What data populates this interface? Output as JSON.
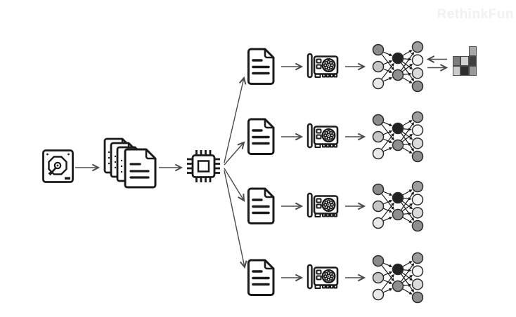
{
  "watermark": {
    "text": "RethinkFun",
    "color": "#f1f1f1"
  },
  "icons": {
    "source": "hard-drive-icon",
    "dataset": "document-stack-icon",
    "processor": "cpu-icon",
    "data_shard": "document-icon",
    "accelerator": "gpu-icon",
    "model": "neural-network-icon",
    "weights": "weight-grid-icon"
  },
  "pipeline": {
    "stages": [
      "hard-drive",
      "document-stack",
      "cpu"
    ],
    "branch_count": 4,
    "branches": [
      {
        "sequence": [
          "document",
          "gpu",
          "neural-network"
        ],
        "has_weight_grid": true
      },
      {
        "sequence": [
          "document",
          "gpu",
          "neural-network"
        ],
        "has_weight_grid": false
      },
      {
        "sequence": [
          "document",
          "gpu",
          "neural-network"
        ],
        "has_weight_grid": false
      },
      {
        "sequence": [
          "document",
          "gpu",
          "neural-network"
        ],
        "has_weight_grid": false
      }
    ]
  },
  "neural_network": {
    "layers": [
      3,
      2,
      4
    ],
    "node_colors": {
      "input": [
        "#8c8c8c",
        "#c6c6c6",
        "#e9e9e9"
      ],
      "hidden": [
        "#222222",
        "#8f8f8f"
      ],
      "output": [
        "#9e9e9e",
        "#f5f5f5",
        "#dcdcdc",
        "#8f8f8f"
      ]
    },
    "node_stroke": "#2b2b2b",
    "edge_color": "#1a1a1a"
  },
  "weight_grid": {
    "rows": 3,
    "cols": 3,
    "border_color": "#4a4a4a",
    "cells": [
      {
        "row": 0,
        "col": 2,
        "fill": "#a9a9a9"
      },
      {
        "row": 1,
        "col": 0,
        "fill": "#7d7d7d"
      },
      {
        "row": 1,
        "col": 1,
        "fill": "#d2d2d2"
      },
      {
        "row": 1,
        "col": 2,
        "fill": "#3f3f3f"
      },
      {
        "row": 2,
        "col": 0,
        "fill": "#cccccc"
      },
      {
        "row": 2,
        "col": 1,
        "fill": "#2e2e2e"
      },
      {
        "row": 2,
        "col": 2,
        "fill": "#999999"
      }
    ]
  },
  "style": {
    "arrow_color": "#4a4a4a",
    "icon_stroke": "#1a1a1a"
  }
}
